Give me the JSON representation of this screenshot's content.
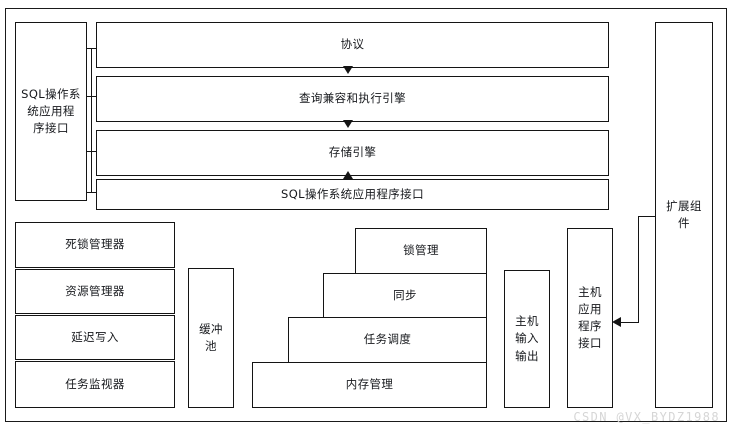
{
  "diagram": {
    "title_watermark": "CSDN @VX_BYDZ1988",
    "sql_api_side": {
      "label": "SQL操作系\n统应用程\n序接口"
    },
    "layers": [
      {
        "label": "协议"
      },
      {
        "label": "查询兼容和执行引擎"
      },
      {
        "label": "存储引擎"
      },
      {
        "label": "SQL操作系统应用程序接口"
      }
    ],
    "left_column": [
      {
        "label": "死锁管理器"
      },
      {
        "label": "资源管理器"
      },
      {
        "label": "延迟写入"
      },
      {
        "label": "任务监视器"
      }
    ],
    "buffer_pool": {
      "label": "缓冲\n池"
    },
    "staircase": [
      {
        "label": "锁管理"
      },
      {
        "label": "同步"
      },
      {
        "label": "任务调度"
      },
      {
        "label": "内存管理"
      }
    ],
    "host_io": {
      "label": "主机\n输入\n输出"
    },
    "host_api": {
      "label": "主机\n应用\n程序\n接口"
    },
    "extension": {
      "label": "扩展组\n件"
    },
    "colors": {
      "stroke": "#141414",
      "background": "#ffffff",
      "watermark": "#d6d6d6"
    }
  }
}
